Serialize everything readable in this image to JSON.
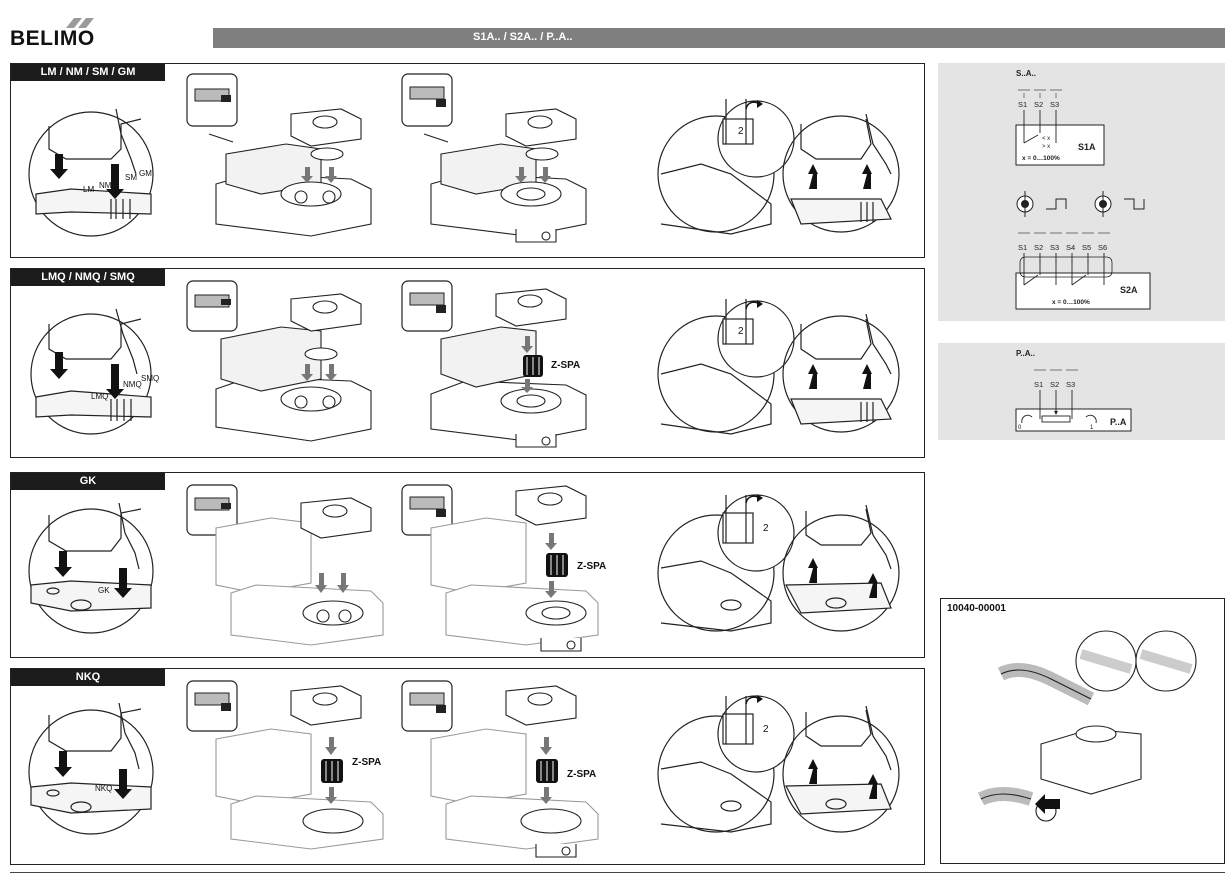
{
  "brand": {
    "name": "BELIMO"
  },
  "header": {
    "title": "S1A.. / S2A.. / P..A.."
  },
  "panels": [
    {
      "label": "LM / NM / SM / GM",
      "slot_labels": [
        "LM",
        "NM",
        "SM",
        "GM"
      ],
      "accessory_label": ""
    },
    {
      "label": "LMQ / NMQ / SMQ",
      "slot_labels": [
        "LMQ",
        "NMQ",
        "SMQ"
      ],
      "accessory_label": "Z-SPA"
    },
    {
      "label": "GK",
      "slot_labels": [
        "GK"
      ],
      "accessory_label": "Z-SPA"
    },
    {
      "label": "NKQ",
      "slot_labels": [
        "NKQ"
      ],
      "accessory_label": "Z-SPA",
      "accessory_label_2": "Z-SPA"
    }
  ],
  "detail_number": "2",
  "wiring": {
    "sa": {
      "title": "S..A..",
      "s1a_terminals": [
        "S1",
        "S2",
        "S3"
      ],
      "s1a_label": "S1A",
      "s1a_range": "x = 0…100%",
      "s1a_switch_lt": "< x",
      "s1a_switch_gt": "> x",
      "s2a_terminals": [
        "S1",
        "S2",
        "S3",
        "S4",
        "S5",
        "S6"
      ],
      "s2a_label": "S2A",
      "s2a_range": "x = 0…100%"
    },
    "pa": {
      "title": "P..A..",
      "terminals": [
        "S1",
        "S2",
        "S3"
      ],
      "label": "P..A",
      "zero": "0",
      "one": "1"
    }
  },
  "cable": {
    "id": "10040-00001"
  }
}
